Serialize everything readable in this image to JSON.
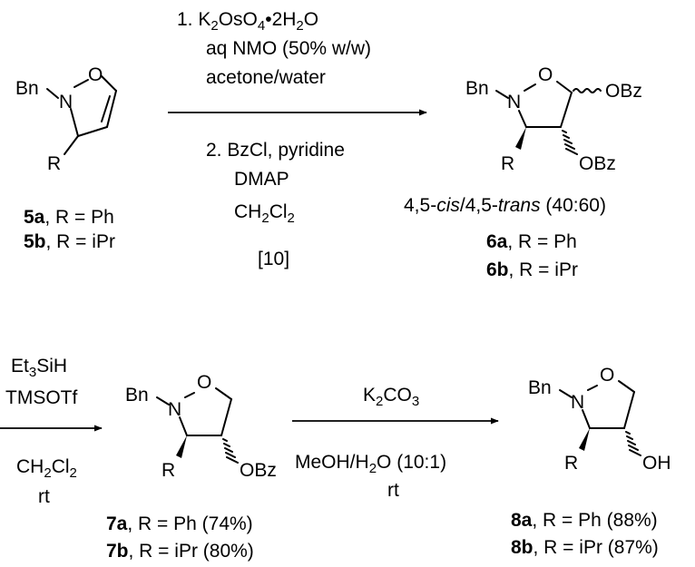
{
  "reaction1": {
    "conditions_above": {
      "line1": "1. K2OsO4•2H2O",
      "line2": "aq NMO (50% w/w)",
      "line3": "acetone/water"
    },
    "conditions_below": {
      "line1": "2. BzCl, pyridine",
      "line2": "DMAP",
      "line3": "CH2Cl2",
      "ref": "[10]"
    }
  },
  "compound5": {
    "atoms": {
      "bn": "Bn",
      "n": "N",
      "o": "O",
      "r": "R"
    },
    "labels": [
      {
        "id": "5a",
        "text": ", R = Ph"
      },
      {
        "id": "5b",
        "text": ", R = iPr"
      }
    ]
  },
  "compound6": {
    "atoms": {
      "bn": "Bn",
      "n": "N",
      "o": "O",
      "r": "R",
      "obz1": "OBz",
      "obz2": "OBz"
    },
    "ratio": {
      "prefix": "4,5-",
      "cis": "cis",
      "sep": "/4,5-",
      "trans": "trans",
      "value": "(40:60)"
    },
    "labels": [
      {
        "id": "6a",
        "text": ", R = Ph"
      },
      {
        "id": "6b",
        "text": ", R = iPr"
      }
    ]
  },
  "reaction2": {
    "conditions_above": {
      "line1": "Et3SiH",
      "line2": "TMSOTf"
    },
    "conditions_below": {
      "line1": "CH2Cl2",
      "line2": "rt"
    }
  },
  "compound7": {
    "atoms": {
      "bn": "Bn",
      "n": "N",
      "o": "O",
      "r": "R",
      "obz": "OBz"
    },
    "labels": [
      {
        "id": "7a",
        "text": ", R = Ph (74%)"
      },
      {
        "id": "7b",
        "text": ", R = iPr (80%)"
      }
    ]
  },
  "reaction3": {
    "conditions_above": {
      "line1": "K2CO3"
    },
    "conditions_below": {
      "line1": "MeOH/H2O (10:1)",
      "line2": "rt"
    }
  },
  "compound8": {
    "atoms": {
      "bn": "Bn",
      "n": "N",
      "o": "O",
      "r": "R",
      "oh": "OH"
    },
    "labels": [
      {
        "id": "8a",
        "text": ", R = Ph (88%)"
      },
      {
        "id": "8b",
        "text": ", R = iPr (87%)"
      }
    ]
  }
}
